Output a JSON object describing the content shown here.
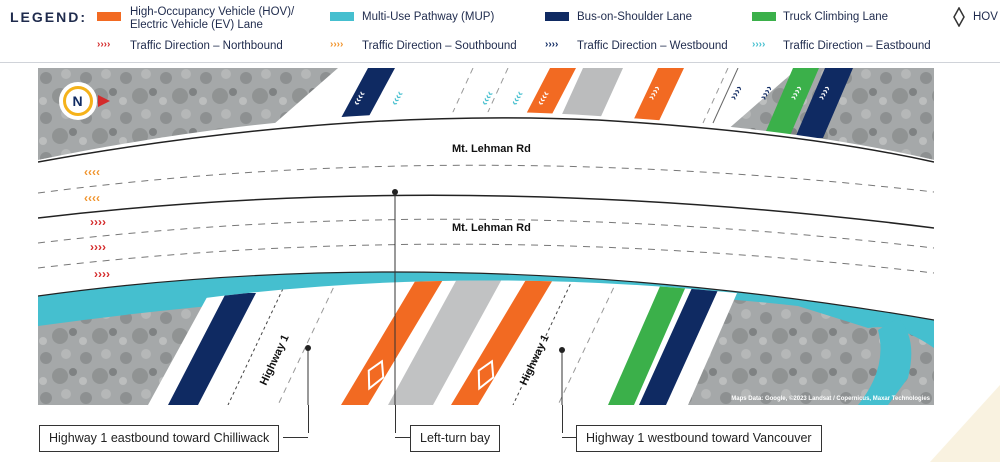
{
  "legend": {
    "title": "LEGEND:",
    "items": [
      {
        "label": "High-Occupancy Vehicle (HOV)/\nElectric Vehicle (EV) Lane",
        "color": "#f26a22"
      },
      {
        "label": "Multi-Use Pathway (MUP)",
        "color": "#45bfcf"
      },
      {
        "label": "Bus-on-Shoulder Lane",
        "color": "#0f2a62"
      },
      {
        "label": "Truck Climbing Lane",
        "color": "#3bb04a"
      },
      {
        "label": "HOV",
        "icon": "diamond-icon"
      }
    ],
    "directions": [
      {
        "chevrons": "››››",
        "label": "Traffic Direction – Northbound",
        "color": "#d42b2b"
      },
      {
        "chevrons": "››››",
        "label": "Traffic Direction – Southbound",
        "color": "#f0932b"
      },
      {
        "chevrons": "››››",
        "label": "Traffic Direction – Westbound",
        "color": "#0f2a62"
      },
      {
        "chevrons": "››››",
        "label": "Traffic Direction – Eastbound",
        "color": "#45bfcf"
      }
    ]
  },
  "map": {
    "compass": "N",
    "road_upper": "Mt. Lehman Rd",
    "road_lower": "Mt. Lehman Rd",
    "highway_left": "Highway 1",
    "highway_right": "Highway 1",
    "credit": "Maps Data: Google, ©2023 Landsat / Copernicus, Maxar Technologies",
    "chevrons_sb": "‹‹‹‹",
    "chevrons_nb": "››››"
  },
  "callouts": {
    "eastbound": "Highway 1 eastbound toward Chilliwack",
    "left_turn": "Left-turn bay",
    "westbound": "Highway 1 westbound toward Vancouver"
  }
}
